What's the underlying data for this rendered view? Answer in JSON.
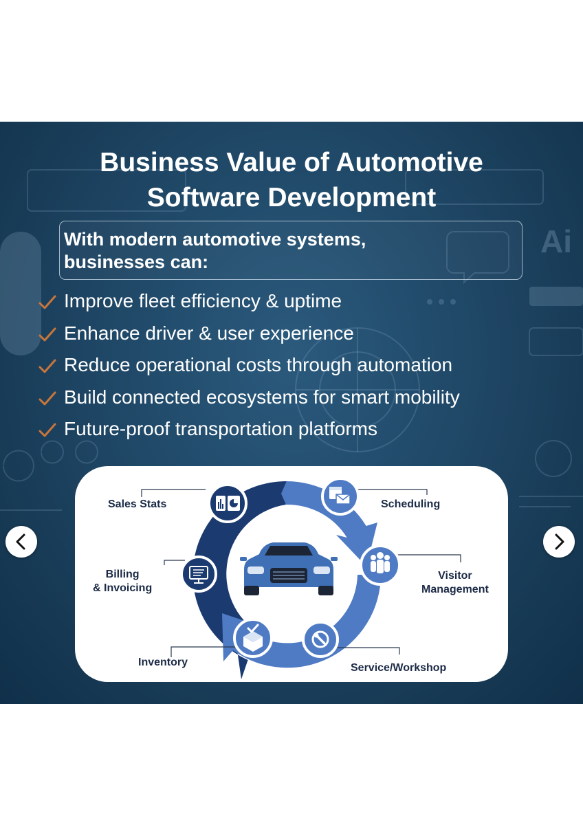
{
  "slide": {
    "title_line1": "Business Value of Automotive",
    "title_line2": "Software Development",
    "intro_line1": "With modern automotive systems,",
    "intro_line2": "businesses can:",
    "benefits": [
      "Improve fleet efficiency & uptime",
      "Enhance driver & user experience",
      "Reduce operational costs through automation",
      "Build connected ecosystems for smart mobility",
      "Future-proof transportation platforms"
    ],
    "bg_text": "Ai"
  },
  "diagram": {
    "sales_stats": "Sales Stats",
    "scheduling": "Scheduling",
    "billing_line1": "Billing",
    "billing_line2": "& Invoicing",
    "visitor_line1": "Visitor",
    "visitor_line2": "Management",
    "inventory": "Inventory",
    "service": "Service/Workshop"
  },
  "icons": {
    "prev": "chevron-left-icon",
    "next": "chevron-right-icon",
    "check": "checkmark-icon"
  },
  "colors": {
    "dark_blue": "#1b3a70",
    "light_blue": "#4f7bc4",
    "check_orange": "#c9763a",
    "text_navy": "#1b2a45"
  }
}
